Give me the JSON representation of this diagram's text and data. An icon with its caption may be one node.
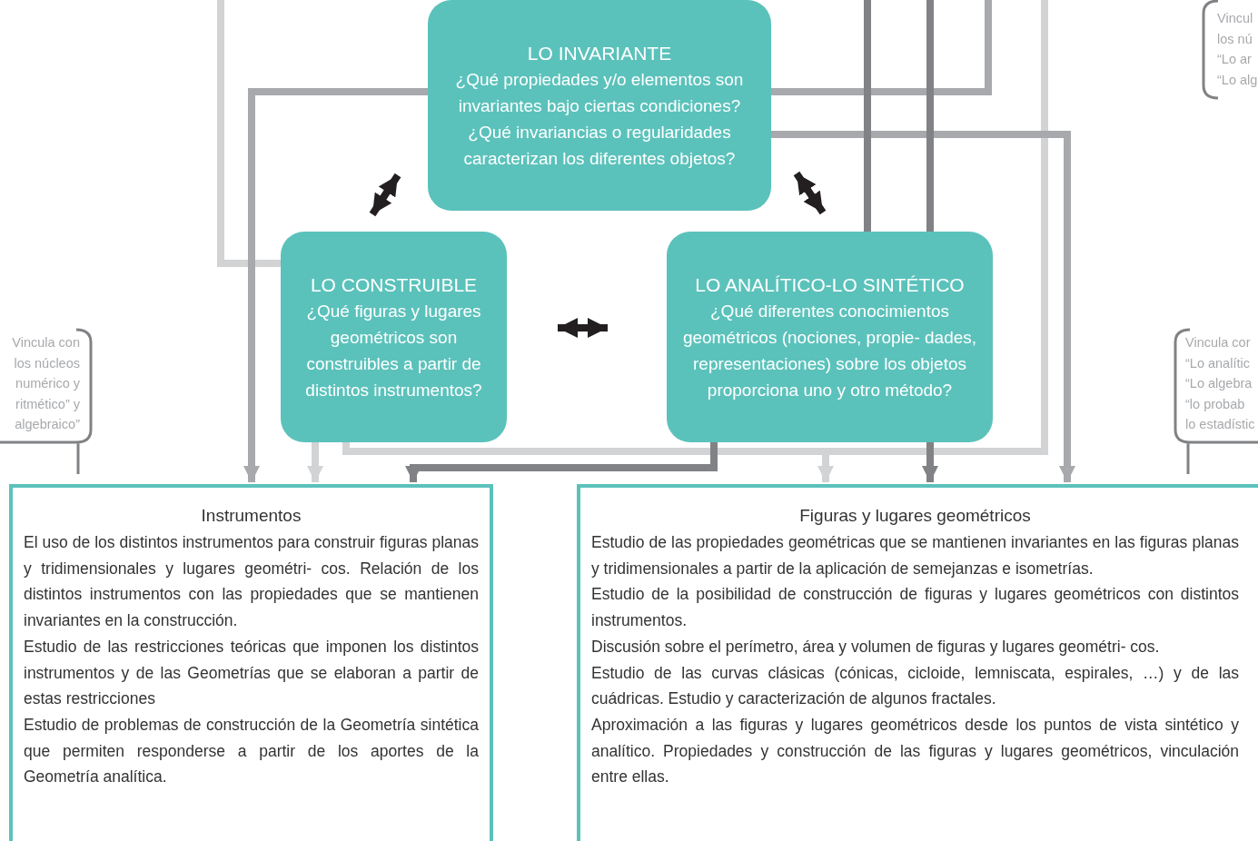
{
  "diagram": {
    "nodes": [
      {
        "text": [
          "LO INVARIANTE",
          "¿Qué propiedades y/o elementos son invariantes bajo ciertas condiciones?",
          "¿Qué invariancias o regularidades caracterizan los diferentes objetos?"
        ]
      },
      {
        "text": [
          "LO CONSTRUIBLE",
          "¿Qué figuras y lugares geométricos son construibles a partir de distintos instrumentos?"
        ]
      },
      {
        "text": [
          "LO ANALÍTICO-LO SINTÉTICO",
          "¿Qué diferentes conocimientos geométricos (nociones, propie- dades, representaciones) sobre los objetos proporciona uno y otro método?"
        ]
      },
      {
        "text": [
          "Instrumentos",
          "El uso de los distintos instrumentos para construir figuras planas y tridimensionales y lugares geométri- cos. Relación de los distintos instrumentos con las propiedades que se mantienen invariantes en la construcción.",
          "Estudio de las restricciones teóricas que imponen los distintos instrumentos y de las Geometrías que se elaboran a partir de estas restricciones",
          "Estudio de problemas de construcción de la Geometría sintética que permiten responderse a partir de los aportes de la Geometría analítica."
        ]
      },
      {
        "text": [
          "Figuras y lugares geométricos",
          "Estudio de las propiedades geométricas que se mantienen invariantes en las figuras planas y tridimensionales a partir de la aplicación de semejanzas e isometrías.",
          "Estudio de la posibilidad de construcción de figuras y lugares geométricos con distintos instrumentos.",
          "Discusión sobre el perímetro, área y volumen de figuras y lugares geométri- cos.",
          "Estudio de las curvas clásicas (cónicas, cicloide, lemniscata, espirales, …) y de las cuádricas. Estudio y caracterización de algunos fractales.",
          "Aproximación a las figuras y lugares geométricos desde los puntos de vista sintético y analítico. Propiedades y construcción de las figuras y lugares geométricos, vinculación entre ellas."
        ]
      },
      {
        "text": [
          "Vincula con los núcleos numérico y ritmético” y algebraico”"
        ]
      },
      {
        "text": [
          "Vincul los nú “Lo ar “Lo alg"
        ]
      },
      {
        "text": [
          "Vincula cor “Lo analític “Lo algebra “lo probab lo estadístic"
        ]
      }
    ],
    "edges": [
      {
        "from": 0,
        "to": 1,
        "arrow": "both",
        "color": "#231f20"
      },
      {
        "from": 0,
        "to": 2,
        "arrow": "both",
        "color": "#231f20"
      },
      {
        "from": 1,
        "to": 2,
        "arrow": "both",
        "color": "#231f20"
      },
      {
        "from": null,
        "to": 1,
        "arrow": "none",
        "color": "#d1d3d4"
      },
      {
        "from": 0,
        "to": 3,
        "arrow": "to",
        "color": "#a7a9ac"
      },
      {
        "from": 1,
        "to": 3,
        "arrow": "to",
        "color": "#d1d3d4"
      },
      {
        "from": 1,
        "to": null,
        "arrow": "none",
        "color": "#d1d3d4"
      },
      {
        "from": 1,
        "to": 4,
        "arrow": "to",
        "color": "#d1d3d4"
      },
      {
        "from": 2,
        "to": 3,
        "arrow": "to",
        "color": "#808285"
      },
      {
        "from": null,
        "to": 2,
        "arrow": "none",
        "color": "#808285"
      },
      {
        "from": null,
        "to": 2,
        "arrow": "none",
        "color": "#808285"
      },
      {
        "from": 2,
        "to": 4,
        "arrow": "to",
        "color": "#808285"
      },
      {
        "from": 0,
        "to": null,
        "arrow": "none",
        "color": "#a7a9ac"
      },
      {
        "from": 0,
        "to": 4,
        "arrow": "to",
        "color": "#a7a9ac"
      }
    ]
  }
}
